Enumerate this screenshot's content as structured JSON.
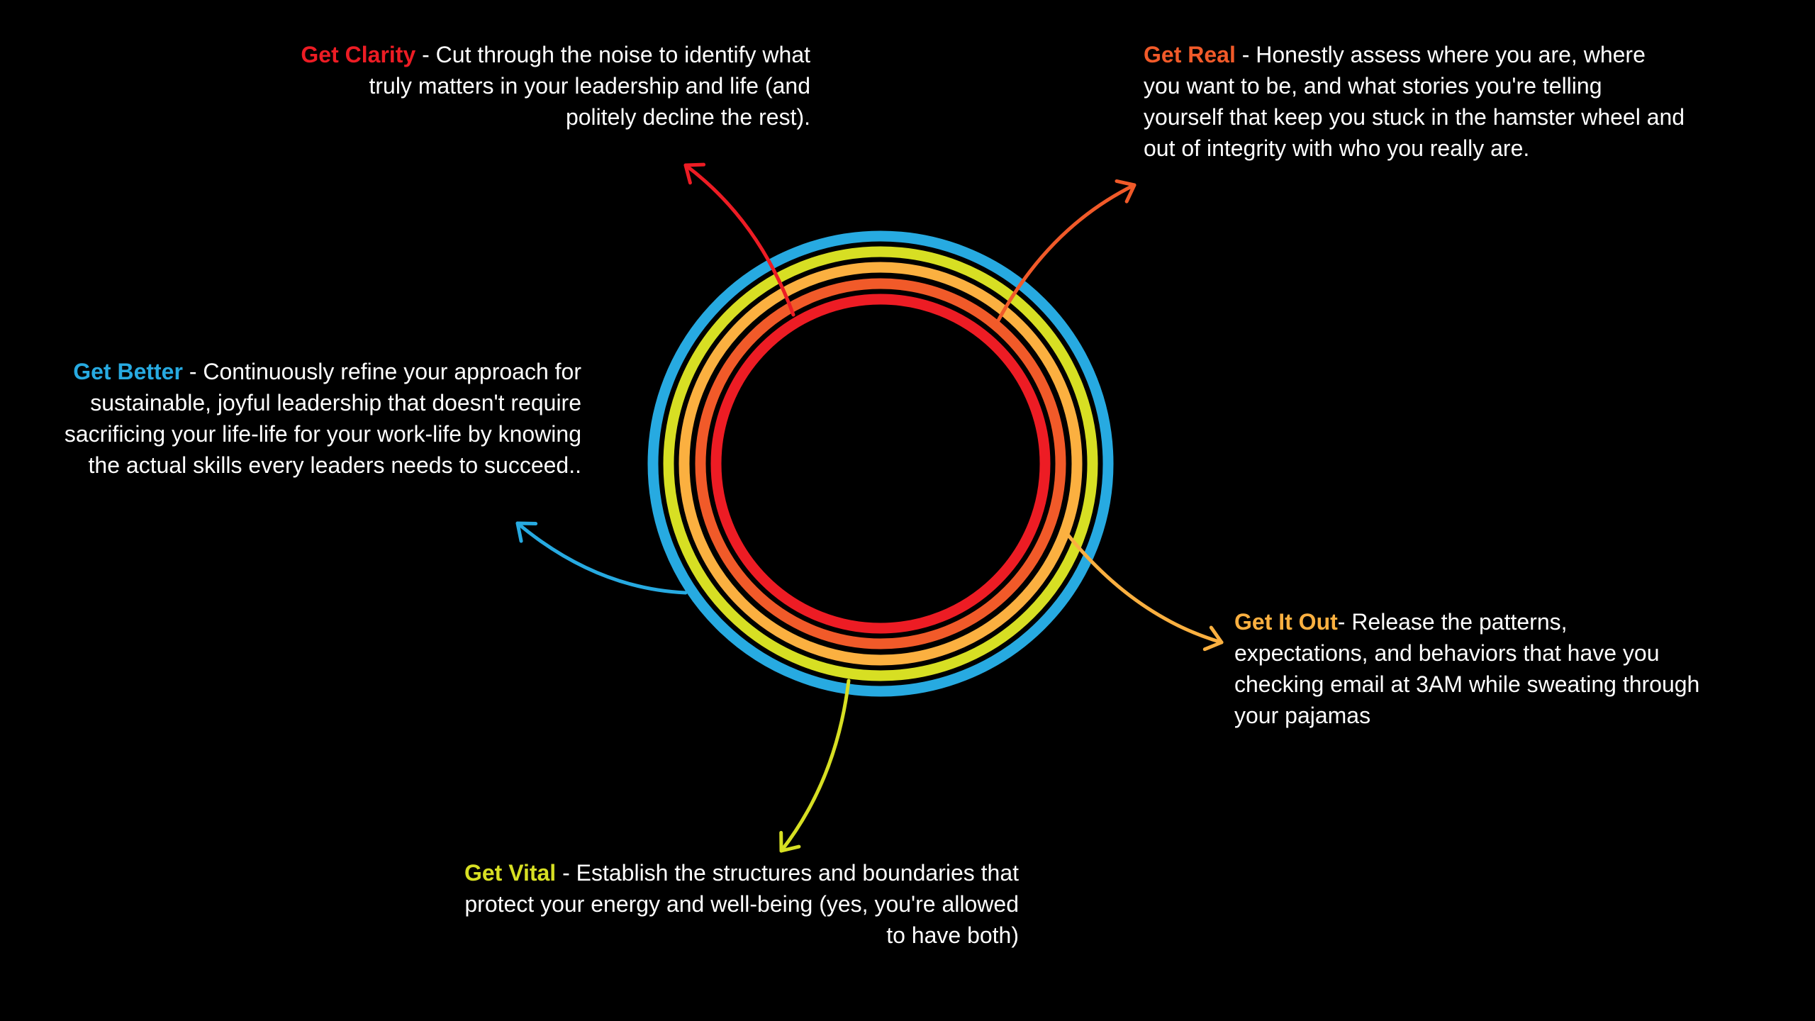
{
  "colors": {
    "background": "#000000",
    "red": "#ED1C24",
    "orange": "#F15A29",
    "amber": "#FBB040",
    "yellow": "#D7DF23",
    "blue": "#27AAE1",
    "text": "#FFFFFF"
  },
  "items": {
    "clarity": {
      "title": "Get Clarity",
      "body": " - Cut through the noise to identify what truly matters in your leadership and life (and politely decline the rest)."
    },
    "real": {
      "title": "Get Real",
      "body": " - Honestly assess where you are, where you want to be, and what stories you're telling yourself that keep you stuck in the hamster wheel and out of integrity with who you really are."
    },
    "better": {
      "title": "Get Better",
      "body": " - Continuously refine your approach for sustainable, joyful leadership that doesn't require sacrificing your life-life for your work-life by knowing the actual skills every leaders needs to succeed.."
    },
    "itout": {
      "title": "Get It Out",
      "body": "- Release the patterns, expectations, and behaviors that have you checking email at 3AM while sweating through your pajamas"
    },
    "vital": {
      "title": "Get Vital",
      "body": " - Establish the structures and boundaries that protect your energy and well-being (yes, you're allowed to have both)"
    }
  }
}
